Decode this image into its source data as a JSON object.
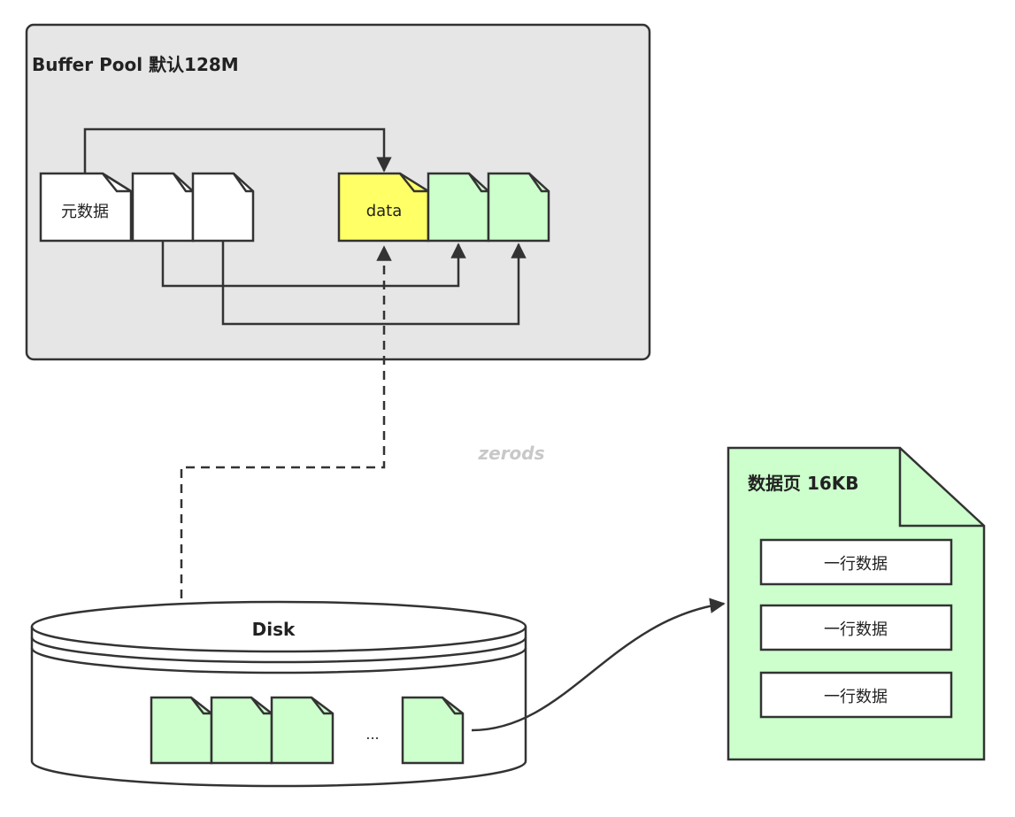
{
  "buffer_pool": {
    "title": "Buffer Pool 默认128M",
    "metadata_label": "元数据",
    "data_label": "data"
  },
  "watermark": "zerods",
  "disk": {
    "label": "Disk",
    "ellipsis": "..."
  },
  "data_page": {
    "title": "数据页 16KB",
    "rows": [
      "一行数据",
      "一行数据",
      "一行数据"
    ]
  },
  "colors": {
    "pool_bg": "#e6e6e6",
    "page_green": "#ccffcc",
    "data_yellow": "#ffff66",
    "stroke": "#333333"
  }
}
